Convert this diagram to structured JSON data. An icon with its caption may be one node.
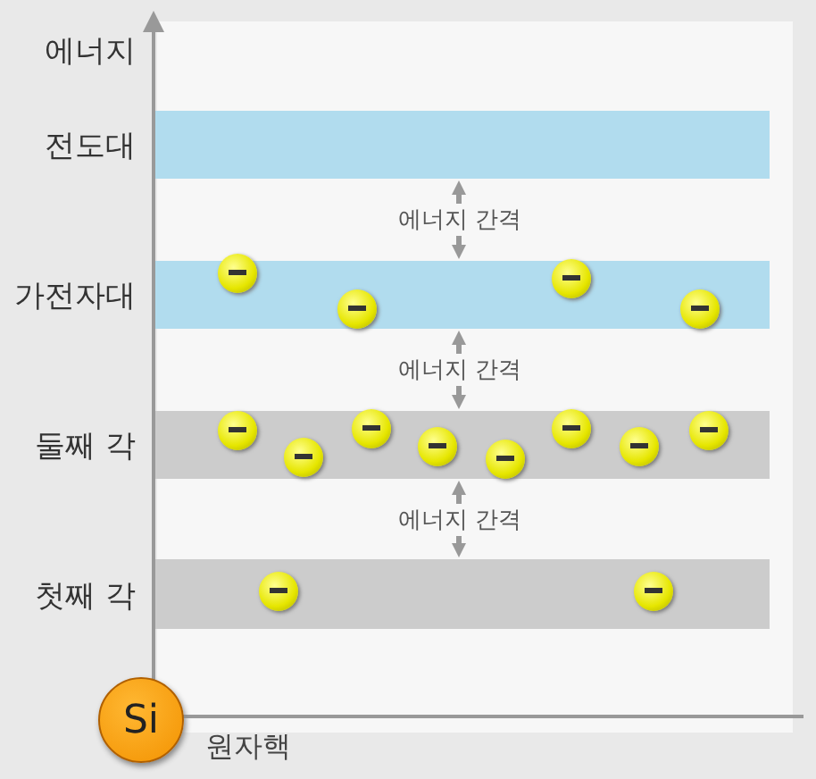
{
  "diagram": {
    "nodes": [
      {
        "text": [
          "전도대"
        ]
      },
      {
        "text": [
          "가전자대"
        ]
      },
      {
        "text": [],
        "shape": "circle",
        "in": 1
      },
      {
        "text": [],
        "shape": "circle",
        "in": 1
      },
      {
        "text": [],
        "shape": "circle",
        "in": 1
      },
      {
        "text": [],
        "shape": "circle",
        "in": 1
      },
      {
        "text": [
          "둘째 각"
        ]
      },
      {
        "text": [],
        "shape": "circle",
        "in": 6
      },
      {
        "text": [],
        "shape": "circle",
        "in": 6
      },
      {
        "text": [],
        "shape": "circle",
        "in": 6
      },
      {
        "text": [],
        "shape": "circle",
        "in": 6
      },
      {
        "text": [],
        "shape": "circle",
        "in": 6
      },
      {
        "text": [],
        "shape": "circle",
        "in": 6
      },
      {
        "text": [],
        "shape": "circle",
        "in": 6
      },
      {
        "text": [],
        "shape": "circle",
        "in": 6
      },
      {
        "text": [
          "첫째 각"
        ]
      },
      {
        "text": [],
        "shape": "circle",
        "in": 15
      },
      {
        "text": [],
        "shape": "circle",
        "in": 15
      },
      {
        "text": [
          "Si"
        ],
        "beside": [
          "원자핵"
        ]
      }
    ],
    "edges": [
      {
        "from": 0,
        "to": 1,
        "arrow": "both",
        "label": "에너지 간격"
      },
      {
        "from": 1,
        "to": 6,
        "arrow": "both",
        "label": "에너지 간격"
      },
      {
        "from": 6,
        "to": 15,
        "arrow": "both",
        "label": "에너지 간격"
      }
    ],
    "labels": [
      "에너지"
    ]
  }
}
